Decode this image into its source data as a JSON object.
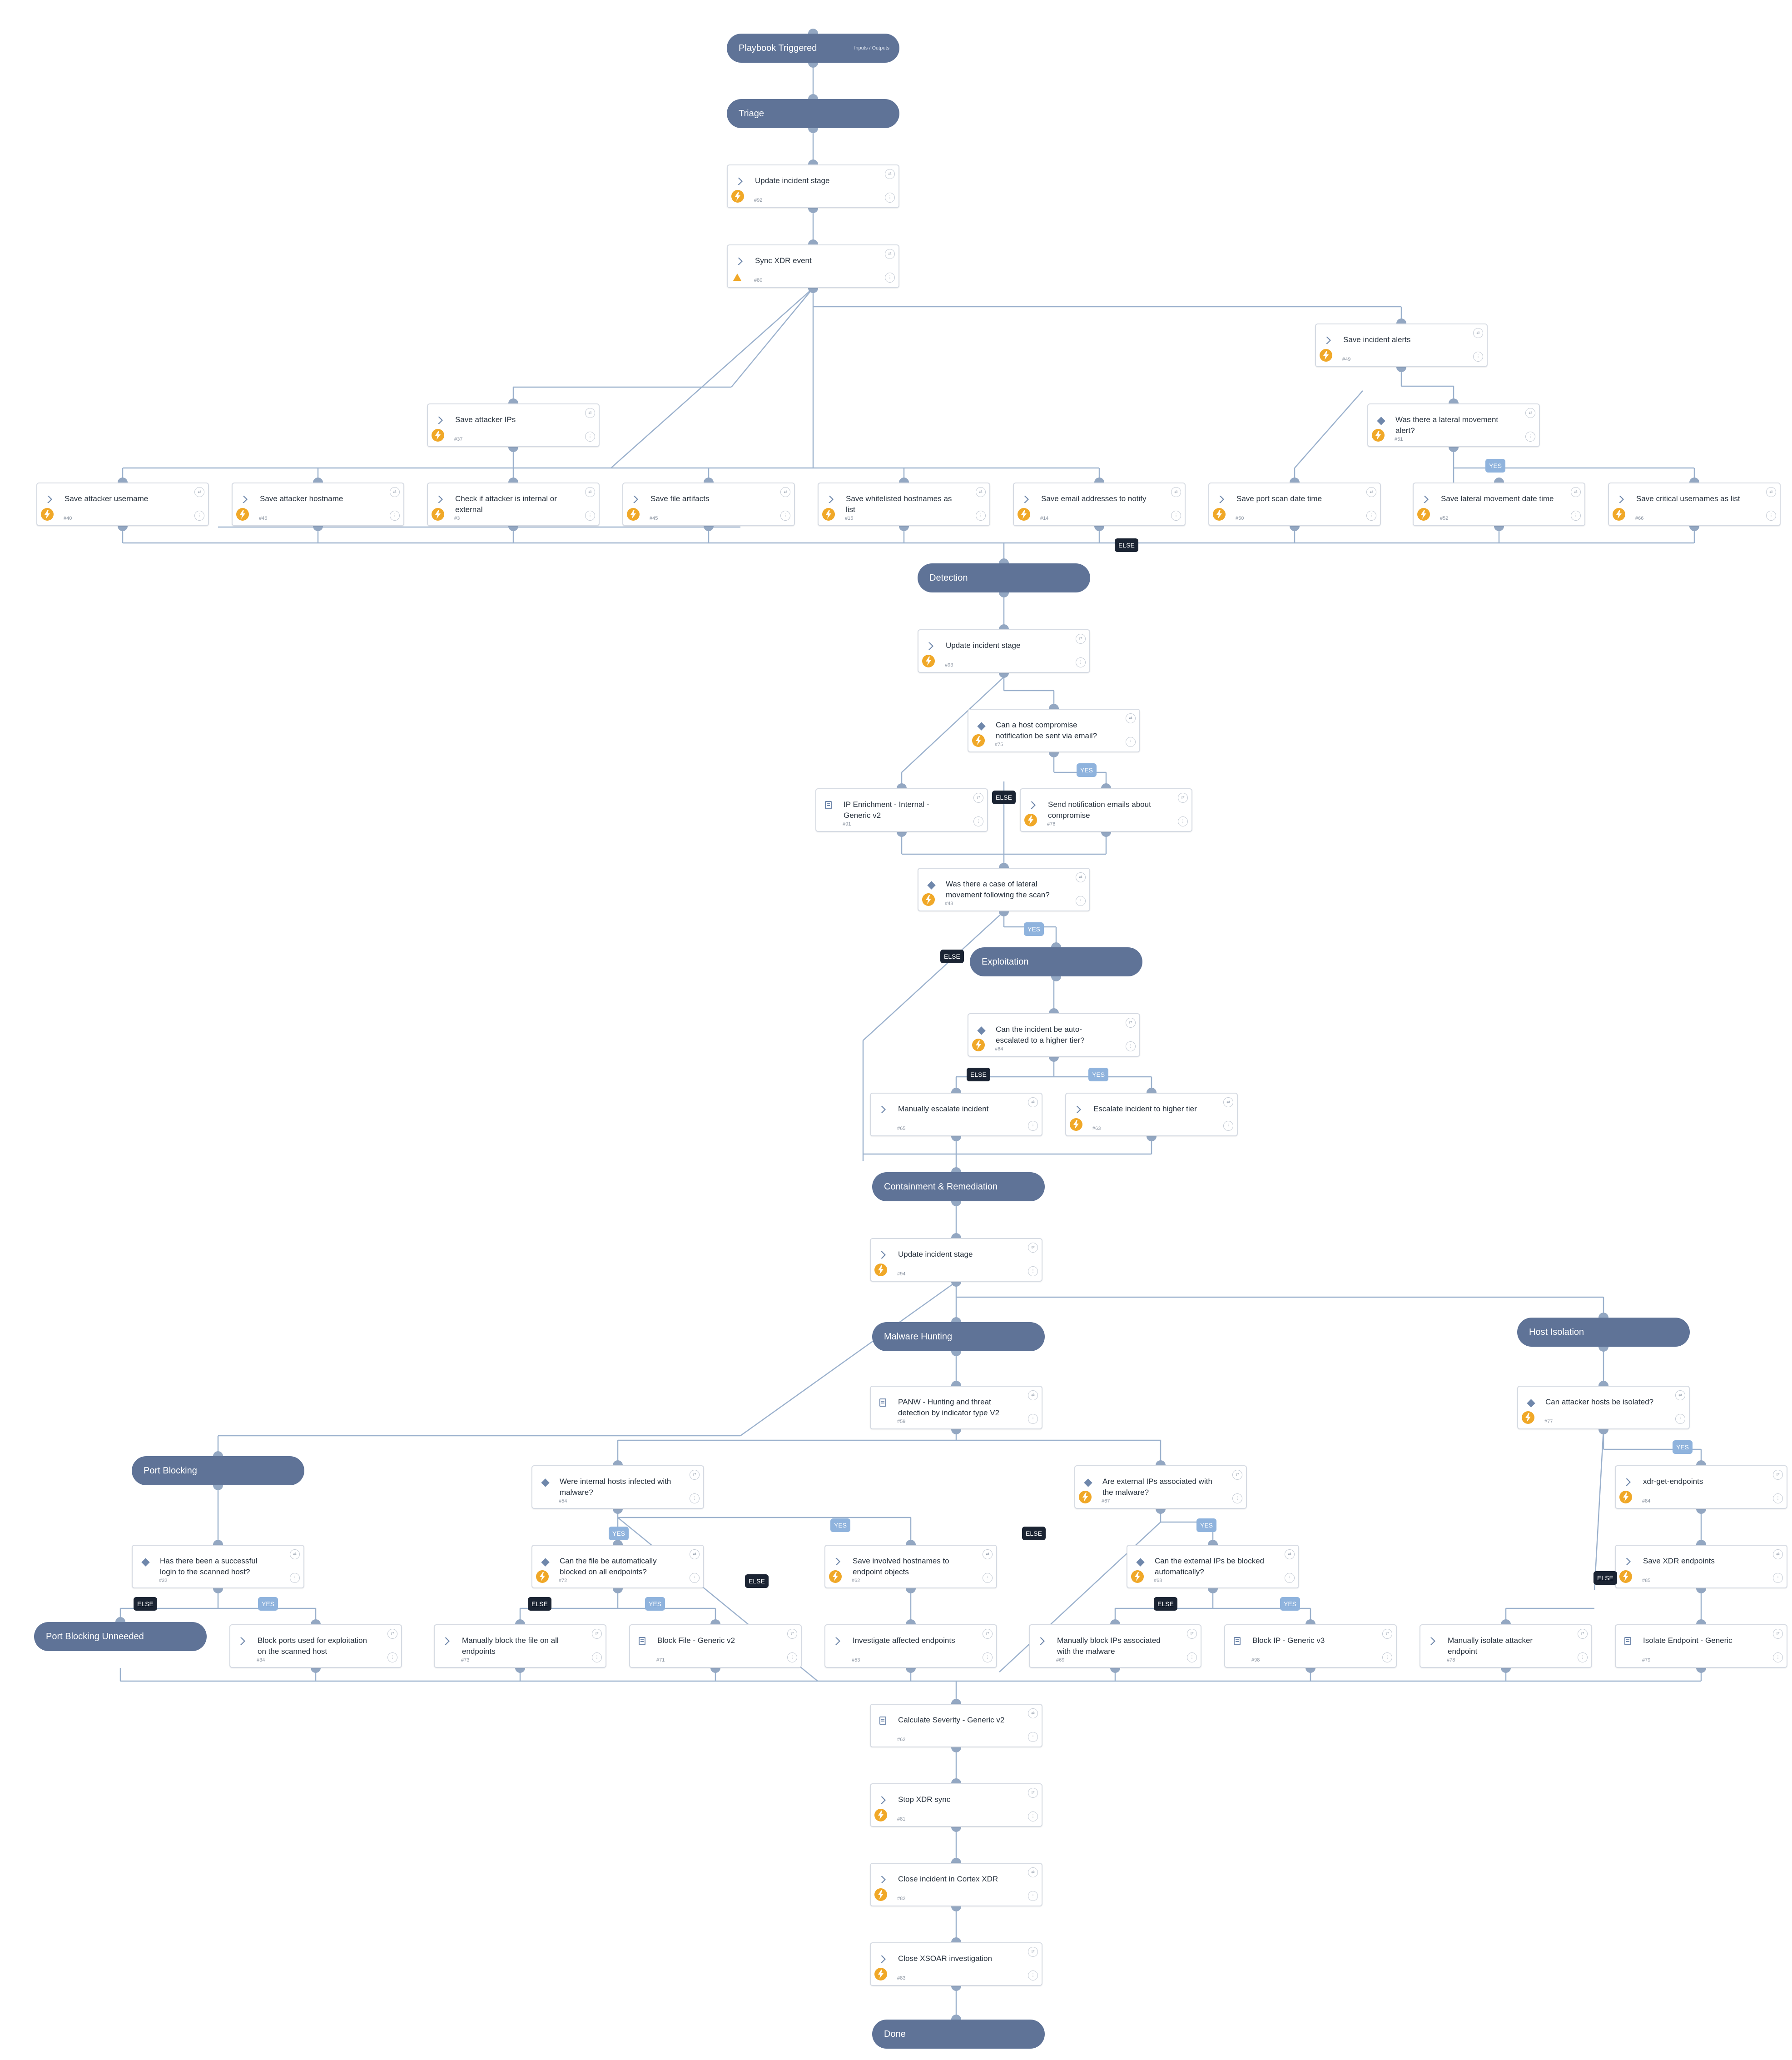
{
  "sections": {
    "trigger": {
      "label": "Playbook Triggered",
      "io": "Inputs / Outputs"
    },
    "triage": "Triage",
    "detection": "Detection",
    "exploitation": "Exploitation",
    "containment": "Containment & Remediation",
    "malware_hunting": "Malware Hunting",
    "host_isolation": "Host Isolation",
    "port_blocking": "Port Blocking",
    "port_blocking_unneeded": "Port Blocking Unneeded",
    "done": "Done"
  },
  "tasks": {
    "update_stage_1": {
      "title": "Update incident stage",
      "num": "#92"
    },
    "sync_xdr": {
      "title": "Sync XDR event",
      "num": "#80"
    },
    "save_alerts": {
      "title": "Save incident alerts",
      "num": "#49"
    },
    "save_attacker_ips": {
      "title": "Save attacker IPs",
      "num": "#37"
    },
    "lateral_alert": {
      "title": "Was there a lateral movement alert?",
      "num": "#51"
    },
    "save_username": {
      "title": "Save attacker username",
      "num": "#40"
    },
    "save_hostname": {
      "title": "Save attacker hostname",
      "num": "#46"
    },
    "check_internal": {
      "title": "Check if attacker is internal or external",
      "num": "#3"
    },
    "save_file_artifacts": {
      "title": "Save file artifacts",
      "num": "#45"
    },
    "save_whitelisted": {
      "title": "Save whitelisted hostnames as list",
      "num": "#15"
    },
    "save_emails": {
      "title": "Save email addresses to notify",
      "num": "#14"
    },
    "save_portscan_date": {
      "title": "Save port scan date time",
      "num": "#50"
    },
    "save_lateral_date": {
      "title": "Save lateral movement date time",
      "num": "#52"
    },
    "save_critical_users": {
      "title": "Save critical usernames as list",
      "num": "#66"
    },
    "update_stage_2": {
      "title": "Update incident stage",
      "num": "#93"
    },
    "can_notify": {
      "title": "Can a host compromise notification be sent via email?",
      "num": "#75"
    },
    "ip_enrichment": {
      "title": "IP Enrichment - Internal - Generic v2",
      "num": "#91"
    },
    "send_emails": {
      "title": "Send notification emails about compromise",
      "num": "#76"
    },
    "lateral_following": {
      "title": "Was there a case of lateral movement following the scan?",
      "num": "#48"
    },
    "auto_escalate": {
      "title": "Can the incident be auto-escalated to a higher tier?",
      "num": "#64"
    },
    "manual_escalate": {
      "title": "Manually escalate incident",
      "num": "#65"
    },
    "escalate_higher": {
      "title": "Escalate incident to higher tier",
      "num": "#63"
    },
    "update_stage_3": {
      "title": "Update incident stage",
      "num": "#94"
    },
    "panw_hunting": {
      "title": "PANW - Hunting and threat detection by indicator type V2",
      "num": "#59"
    },
    "can_isolate": {
      "title": "Can attacker hosts be isolated?",
      "num": "#77"
    },
    "hosts_infected": {
      "title": "Were internal hosts infected with malware?",
      "num": "#54"
    },
    "external_ips_malware": {
      "title": "Are external IPs associated with the malware?",
      "num": "#67"
    },
    "xdr_get_endpoints": {
      "title": "xdr-get-endpoints",
      "num": "#84"
    },
    "successful_login": {
      "title": "Has there been a successful login to the scanned host?",
      "num": "#32"
    },
    "file_auto_block": {
      "title": "Can the file be automatically blocked on all endpoints?",
      "num": "#72"
    },
    "save_hostnames_objects": {
      "title": "Save involved hostnames to endpoint objects",
      "num": "#62"
    },
    "ext_ips_auto_block": {
      "title": "Can the external IPs be blocked automatically?",
      "num": "#68"
    },
    "save_xdr_endpoints": {
      "title": "Save XDR endpoints",
      "num": "#85"
    },
    "block_ports": {
      "title": "Block ports used for exploitation on the scanned host",
      "num": "#34"
    },
    "manual_block_file": {
      "title": "Manually block the file on all endpoints",
      "num": "#73"
    },
    "block_file": {
      "title": "Block File - Generic v2",
      "num": "#71"
    },
    "investigate_endpoints": {
      "title": "Investigate affected endpoints",
      "num": "#53"
    },
    "manual_block_ips": {
      "title": "Manually block IPs associated with the malware",
      "num": "#69"
    },
    "block_ip": {
      "title": "Block IP - Generic v3",
      "num": "#98"
    },
    "manual_isolate": {
      "title": "Manually isolate attacker endpoint",
      "num": "#78"
    },
    "isolate_endpoint": {
      "title": "Isolate Endpoint - Generic",
      "num": "#79"
    },
    "calc_severity": {
      "title": "Calculate Severity - Generic v2",
      "num": "#62"
    },
    "stop_sync": {
      "title": "Stop XDR sync",
      "num": "#81"
    },
    "close_xdr": {
      "title": "Close incident in Cortex XDR",
      "num": "#82"
    },
    "close_xsoar": {
      "title": "Close XSOAR investigation",
      "num": "#83"
    }
  },
  "labels": {
    "else": "ELSE",
    "yes": "YES"
  },
  "colors": {
    "section": "#5f7397",
    "edge": "#9bb1cd",
    "port": "#93a7c2",
    "automation": "#f0a828",
    "else": "#1b2433",
    "yes": "#8fb3dd"
  }
}
